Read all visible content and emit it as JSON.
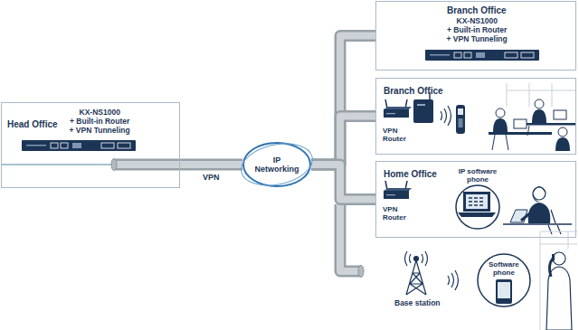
{
  "diagram": {
    "nodes": [
      {
        "text": [
          "Head Office",
          "KX-NS1000",
          "+ Built-in Router",
          "+ VPN Tunneling"
        ]
      },
      {
        "text": [
          "IP Networking"
        ]
      },
      {
        "text": [
          "Branch Office",
          "KX-NS1000",
          "+ Built-in Router",
          "+ VPN Tunneling"
        ]
      },
      {
        "text": [
          "Branch Office"
        ]
      },
      {
        "text": [
          "Home Office"
        ]
      },
      {
        "text": [
          "IP software phone"
        ],
        "in": 4
      },
      {
        "text": [
          "Software phone"
        ]
      }
    ],
    "edges": [
      {
        "from": 0,
        "to": 1,
        "arrow": "none",
        "label": "VPN"
      },
      {
        "from": 1,
        "to": 2,
        "arrow": "none"
      },
      {
        "from": 1,
        "to": 3,
        "arrow": "none"
      },
      {
        "from": 1,
        "to": 4,
        "arrow": "none"
      }
    ],
    "labels": [
      "VPN Router",
      "VPN Router",
      "Base station"
    ]
  }
}
